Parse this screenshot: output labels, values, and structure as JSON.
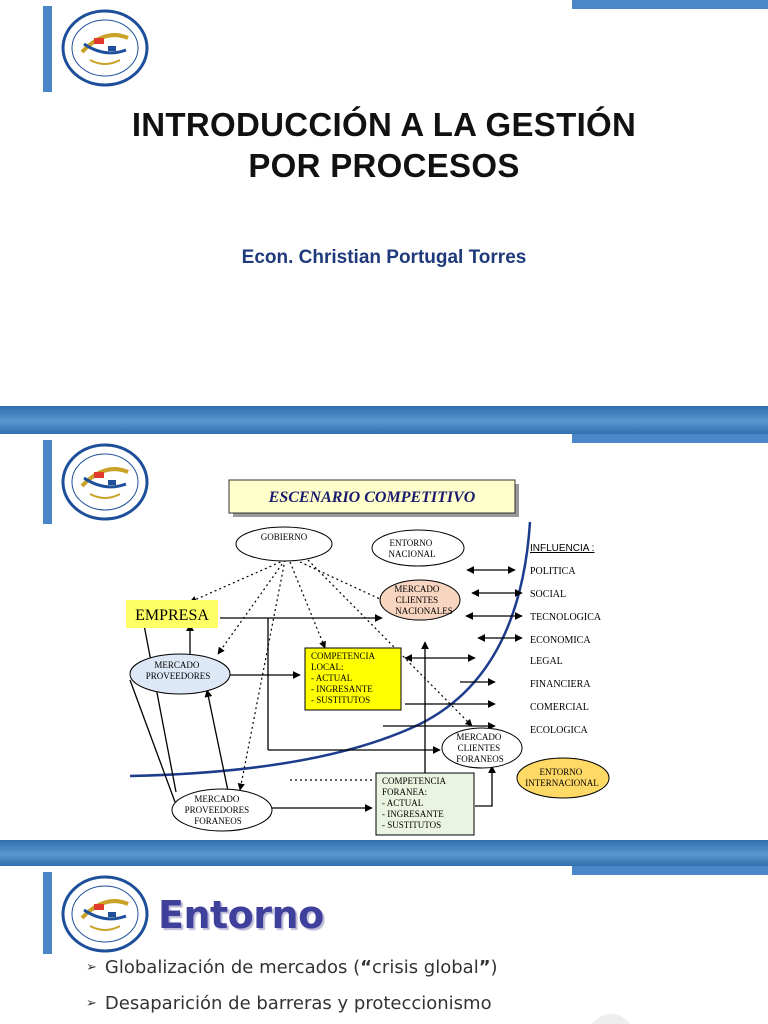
{
  "slide1": {
    "title_line1": "INTRODUCCIÓN A LA GESTIÓN",
    "title_line2": "POR PROCESOS",
    "author": "Econ. Christian Portugal Torres"
  },
  "slide2": {
    "title": "ESCENARIO COMPETITIVO",
    "gobierno": "GOBIERNO",
    "entorno_nacional": [
      "ENTORNO",
      "NACIONAL"
    ],
    "mercado_clientes_nacionales": [
      "MERCADO",
      "CLIENTES",
      "NACIONALES"
    ],
    "empresa": "EMPRESA",
    "mercado_proveedores": [
      "MERCADO",
      "PROVEEDORES"
    ],
    "competencia_local": [
      "COMPETENCIA",
      "LOCAL:",
      "- ACTUAL",
      "- INGRESANTE",
      "- SUSTITUTOS"
    ],
    "mercado_clientes_foraneos": [
      "MERCADO",
      "CLIENTES",
      "FORANEOS"
    ],
    "entorno_internacional": [
      "ENTORNO",
      "INTERNACIONAL"
    ],
    "competencia_foranea": [
      "COMPETENCIA",
      "FORANEA:",
      "- ACTUAL",
      "- INGRESANTE",
      "- SUSTITUTOS"
    ],
    "mercado_proveedores_foraneos": [
      "MERCADO",
      "PROVEEDORES",
      "FORANEOS"
    ],
    "influencia_title": "INFLUENCIA  :",
    "influencia": [
      "POLITICA",
      "SOCIAL",
      "TECNOLOGICA",
      "ECONOMICA",
      "LEGAL",
      "FINANCIERA",
      "COMERCIAL",
      "ECOLOGICA"
    ]
  },
  "slide3": {
    "heading": "Entorno",
    "bullet1_a": "Globalización de mercados (",
    "bullet1_open": "“",
    "bullet1_b": "crisis global",
    "bullet1_close": "”",
    "bullet1_c": ")",
    "bullet2": "Desaparición de barreras y proteccionismo"
  },
  "colors": {
    "accent": "#4a86c8",
    "heading": "#3f3f9c",
    "author": "#1f3a7a"
  }
}
